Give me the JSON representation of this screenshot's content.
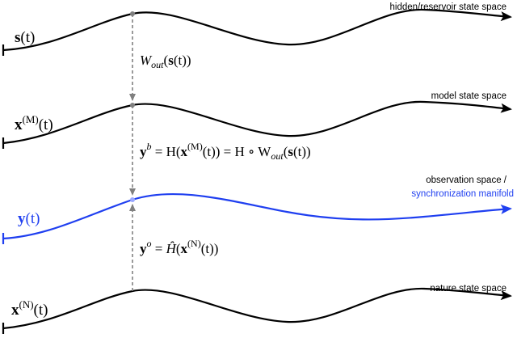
{
  "colors": {
    "curve": "#000000",
    "observation_curve": "#1f3ff0",
    "connector": "#808080"
  },
  "spaces": {
    "hidden": {
      "label": "hidden/reservoir state space",
      "symbol": "s",
      "arg": "(t)"
    },
    "model": {
      "label": "model state space",
      "symbol": "x",
      "superscript": "(M)",
      "arg": "(t)"
    },
    "observation": {
      "label_line1": "observation space /",
      "label_line2": "synchronization manifold",
      "symbol": "y",
      "arg": "(t)"
    },
    "nature": {
      "label": "nature state space",
      "symbol": "x",
      "superscript": "(N)",
      "arg": "(t)"
    }
  },
  "mappings": {
    "readout": {
      "func": "W",
      "sub": "out",
      "open": "(",
      "symbol": "s",
      "close": "(t))"
    },
    "background_obs": {
      "symbol": "y",
      "sup": "b",
      "eq1": " = H(",
      "x": "x",
      "x_sup": "(M)",
      "eq2": "(t)) = H ∘ W",
      "w_sub": "out",
      "eq3": "(",
      "s": "s",
      "eq4": "(t))"
    },
    "true_obs": {
      "symbol": "y",
      "sup": "o",
      "eq1": " = ",
      "h": "Ĥ",
      "eq2": "(",
      "x": "x",
      "x_sup": "(N)",
      "eq3": "(t))"
    }
  }
}
